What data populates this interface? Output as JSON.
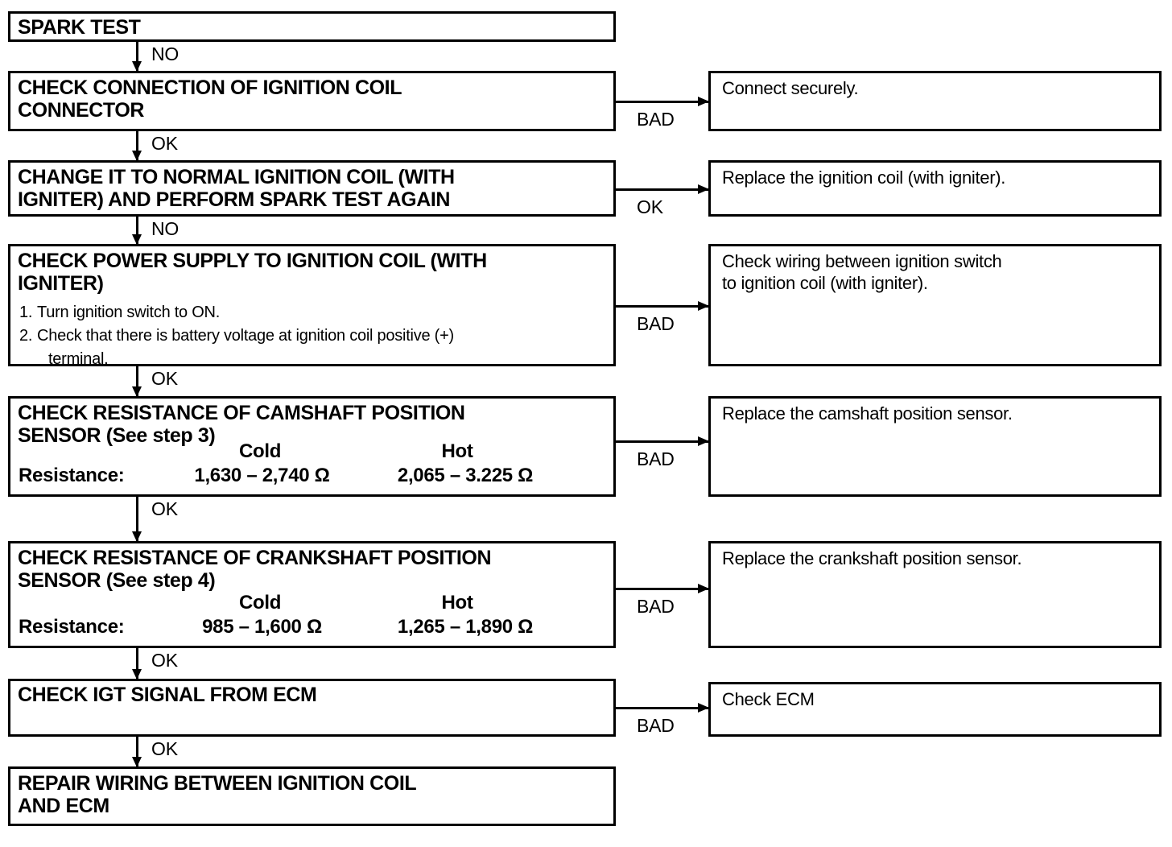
{
  "diagram": {
    "title": "Ignition System Troubleshooting Flowchart",
    "line_color": "#000000",
    "background_color": "#ffffff"
  },
  "steps": [
    {
      "id": "spark-test",
      "heading": "SPARK TEST"
    },
    {
      "id": "check-connection",
      "heading": "CHECK CONNECTION OF IGNITION COIL\nCONNECTOR"
    },
    {
      "id": "change-coil",
      "heading": "CHANGE IT TO NORMAL IGNITION COIL (WITH\nIGNITER) AND PERFORM SPARK TEST AGAIN"
    },
    {
      "id": "check-power-supply",
      "heading": "CHECK POWER SUPPLY TO IGNITION COIL (WITH\nIGNITER)",
      "substeps": [
        {
          "num": "1.",
          "text": "Turn ignition switch to ON.",
          "cont": ""
        },
        {
          "num": "2.",
          "text": "Check that there is battery voltage at ignition coil positive (+)",
          "cont": "terminal."
        }
      ]
    },
    {
      "id": "check-camshaft-sensor",
      "heading": "CHECK RESISTANCE OF CAMSHAFT POSITION\nSENSOR (See step 3)",
      "resistance": {
        "label": "Resistance:",
        "cold_header": "Cold",
        "hot_header": "Hot",
        "cold_value": "1,630 – 2,740 Ω",
        "hot_value": "2,065 – 3.225 Ω"
      }
    },
    {
      "id": "check-crankshaft-sensor",
      "heading": "CHECK RESISTANCE OF CRANKSHAFT POSITION\nSENSOR (See step 4)",
      "resistance": {
        "label": "Resistance:",
        "cold_header": "Cold",
        "hot_header": "Hot",
        "cold_value": "985 – 1,600 Ω",
        "hot_value": "1,265 – 1,890 Ω"
      }
    },
    {
      "id": "check-igt-signal",
      "heading": "CHECK IGT SIGNAL FROM ECM"
    },
    {
      "id": "repair-wiring",
      "heading": "REPAIR WIRING BETWEEN IGNITION COIL\nAND ECM"
    }
  ],
  "outcomes": [
    {
      "id": "connect-securely",
      "text": "Connect securely."
    },
    {
      "id": "replace-ignition-coil",
      "text": "Replace the ignition coil (with igniter)."
    },
    {
      "id": "check-wiring",
      "text": "Check wiring between ignition switch\nto ignition coil (with igniter)."
    },
    {
      "id": "replace-camshaft-sensor",
      "text": "Replace the camshaft position sensor."
    },
    {
      "id": "replace-crankshaft-sensor",
      "text": "Replace the crankshaft position sensor."
    },
    {
      "id": "check-ecm",
      "text": "Check ECM"
    }
  ],
  "vertical_connectors": [
    {
      "id": "spark-to-connection",
      "label": "NO"
    },
    {
      "id": "connection-to-change",
      "label": "OK"
    },
    {
      "id": "change-to-power",
      "label": "NO"
    },
    {
      "id": "power-to-camshaft",
      "label": "OK"
    },
    {
      "id": "camshaft-to-crankshaft",
      "label": "OK"
    },
    {
      "id": "crankshaft-to-igt",
      "label": "OK"
    },
    {
      "id": "igt-to-repair",
      "label": "OK"
    }
  ],
  "horizontal_connectors": [
    {
      "id": "connection-to-connect-securely",
      "label": "BAD"
    },
    {
      "id": "change-to-replace-coil",
      "label": "OK"
    },
    {
      "id": "power-to-check-wiring",
      "label": "BAD"
    },
    {
      "id": "camshaft-to-replace-camshaft",
      "label": "BAD"
    },
    {
      "id": "crankshaft-to-replace-crankshaft",
      "label": "BAD"
    },
    {
      "id": "igt-to-check-ecm",
      "label": "BAD"
    }
  ]
}
